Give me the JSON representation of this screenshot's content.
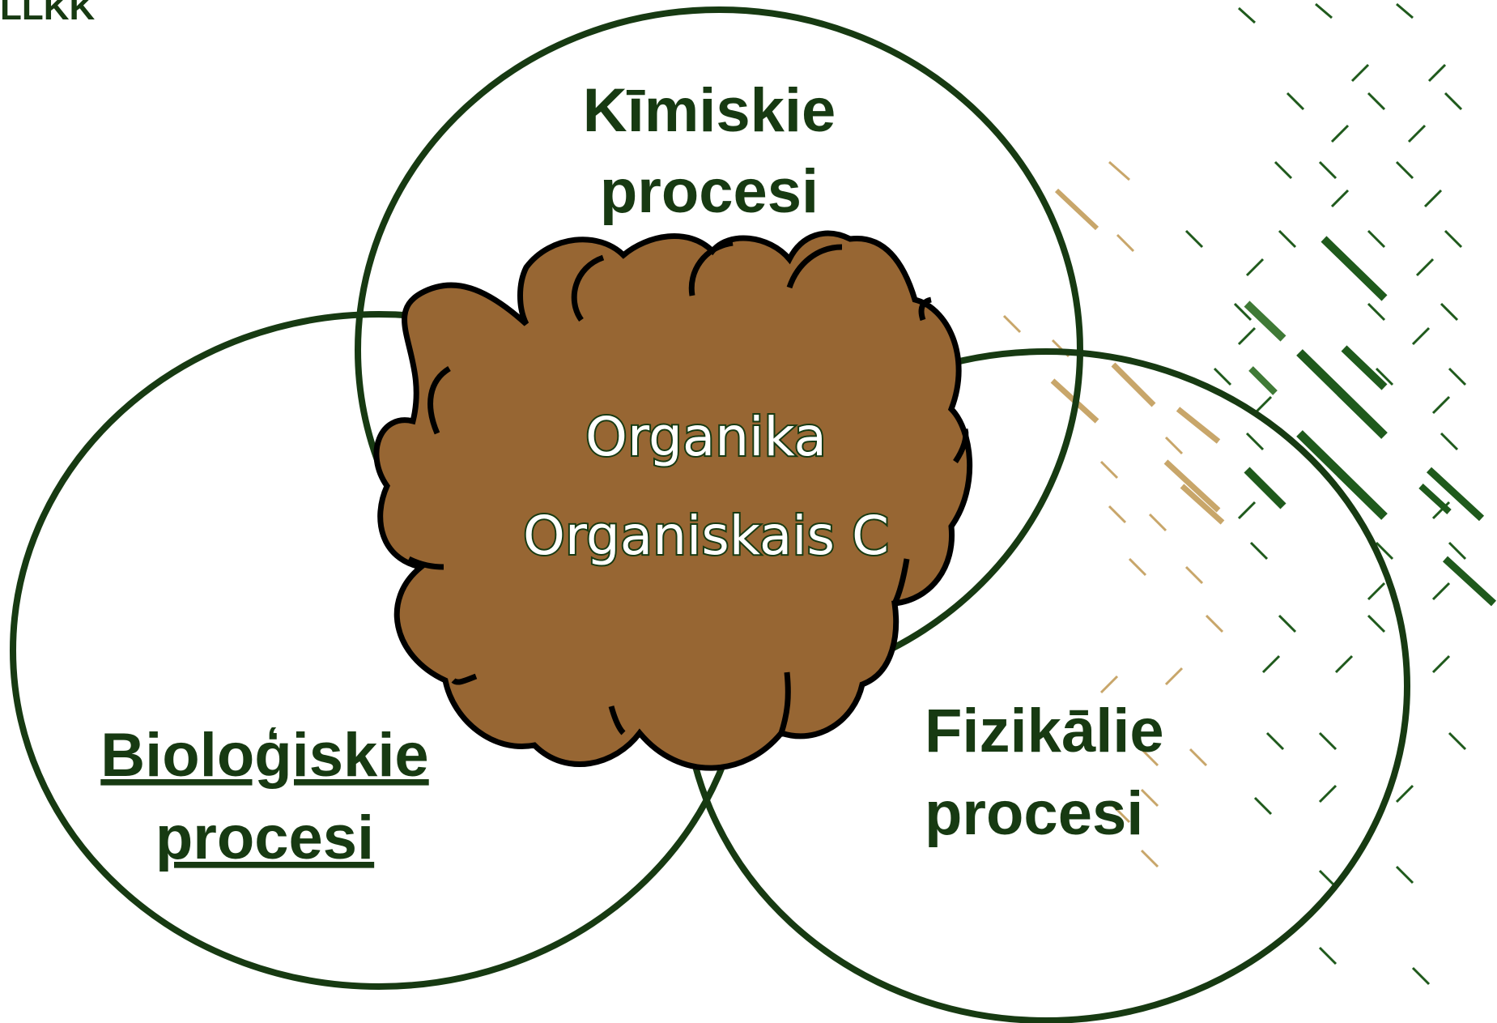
{
  "logo": {
    "text": "LLKK"
  },
  "diagram": {
    "chemical": {
      "line1": "Kīmiskie",
      "line2": "procesi"
    },
    "biological": {
      "line1": "Bioloģiskie",
      "line2": "procesi"
    },
    "physical": {
      "line1": "Fizikālie",
      "line2": "procesi"
    },
    "center": {
      "line1": "Organika",
      "line2": "Organiskais C"
    }
  },
  "colors": {
    "circle_stroke": "#173a12",
    "text_dark_green": "#173a12",
    "cloud_fill": "#976633",
    "cloud_stroke": "#000000",
    "stripe_dark": "#1f5a1c",
    "stripe_light": "#3f7a36",
    "stripe_tan": "#c8a66a"
  }
}
